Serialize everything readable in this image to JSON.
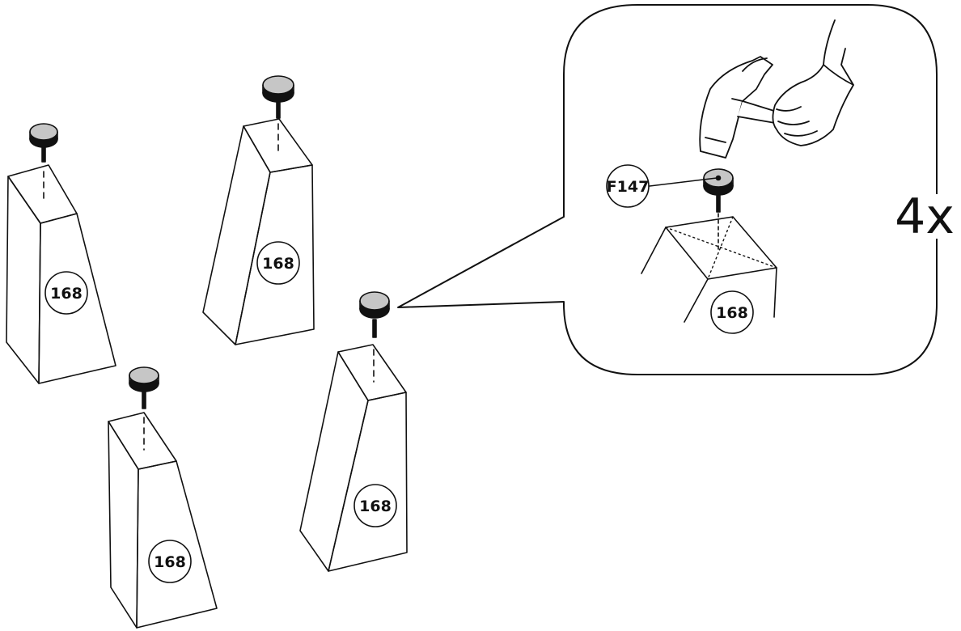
{
  "instruction": {
    "part_label": "168",
    "fastener_label": "F147",
    "quantity_label": "4x"
  },
  "colors": {
    "line": "#111111",
    "glide_fill": "#c6c6c6",
    "background": "#ffffff"
  },
  "icons": {
    "hammer": "hammer-icon",
    "hand": "gloved-hand-icon",
    "glide": "nail-glide-icon"
  }
}
